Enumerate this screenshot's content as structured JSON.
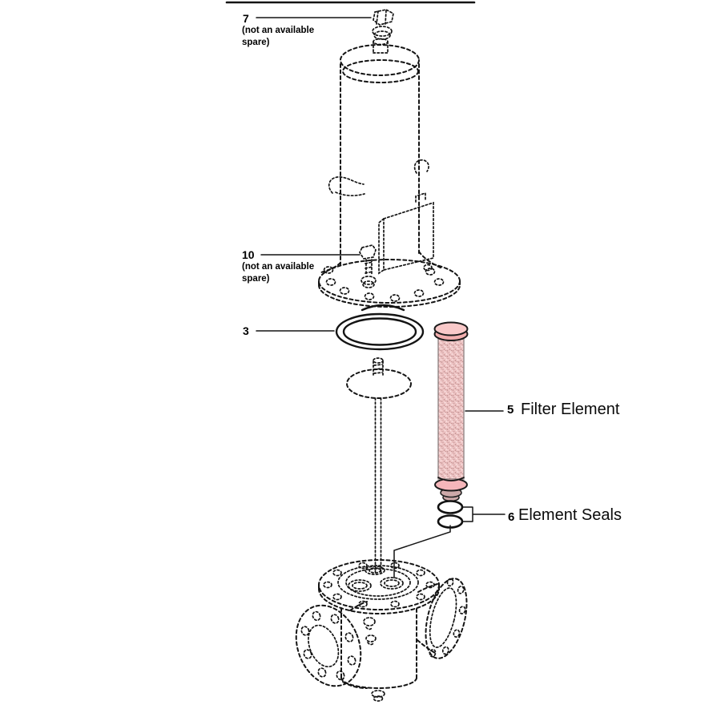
{
  "diagram": {
    "background": "#ffffff",
    "colors": {
      "line": "#141414",
      "filter_cap_top": "#f9c9c9",
      "filter_cap_rim": "#f2aeae",
      "filter_body": "#efc5c5",
      "speckle_dark": "#c09090",
      "speckle_light": "#fbeaea",
      "filter_bottom_rim": "#f5b6ba",
      "filter_neck": "#cda9a9",
      "seal_fill": "#ffffff"
    },
    "parts": {
      "part7": {
        "number": "7",
        "note_line1": "(not an available",
        "note_line2": "spare)"
      },
      "part10": {
        "number": "10",
        "note_line1": "(not an available",
        "note_line2": "spare)"
      },
      "part3": {
        "number": "3"
      },
      "part5": {
        "number": "5",
        "name": "Filter Element"
      },
      "part6": {
        "number": "6",
        "name": "Element Seals"
      }
    }
  }
}
